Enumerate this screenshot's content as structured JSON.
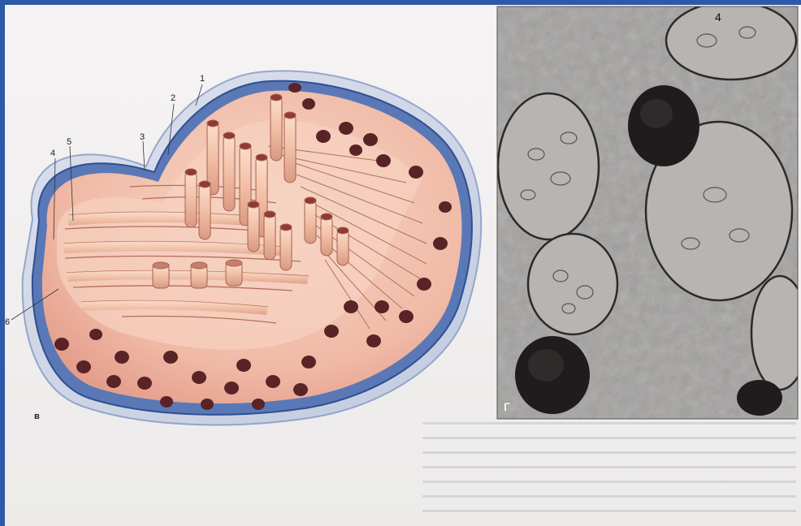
{
  "diagram": {
    "labels": [
      "1",
      "2",
      "3",
      "4",
      "5",
      "6"
    ],
    "panel_left_letter": "в",
    "panel_right_letter": "Г",
    "micrograph_number": "4"
  },
  "colors": {
    "frame": "#2c5aa6",
    "outer_membrane": "#5a78b6",
    "matrix": "#f3c4b2",
    "cristae": "#e8b49b",
    "granules": "#5a2325",
    "micrograph_bg": "#8a8a8a"
  }
}
